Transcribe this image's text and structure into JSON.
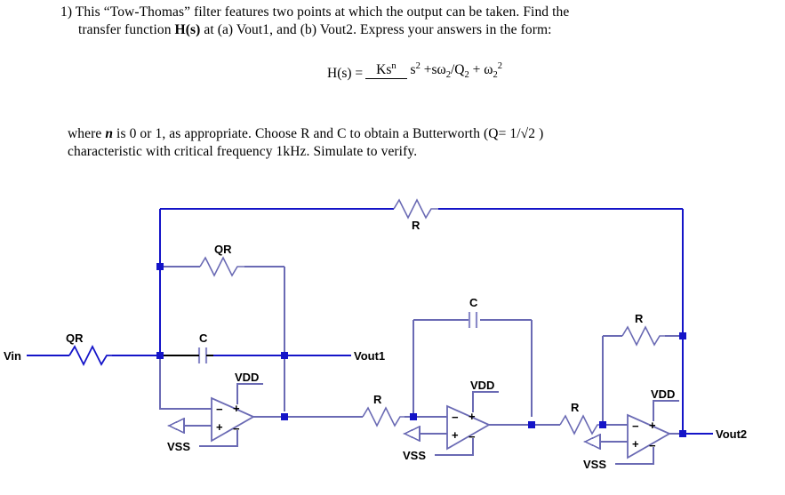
{
  "problem": {
    "number": "1)",
    "line1": "1) This “Tow-Thomas” filter features two points at which the output can be taken. Find the",
    "line2_a": "transfer function ",
    "line2_b": "H(s)",
    "line2_c": " at (a) Vout1, and (b) Vout2. Express your answers in the form:",
    "line4_a": "where ",
    "line4_b": "n",
    "line4_c": " is 0 or 1, as appropriate. Choose R and C to obtain a Butterworth (Q= 1/√2 )",
    "line5": "characteristic with critical frequency 1kHz. Simulate to verify."
  },
  "formula": {
    "lhs": "H(s) =",
    "numerator_base": "Ks",
    "numerator_exp": "n",
    "denominator": "s² +sω₂/Q₂ + ω₂²",
    "den_s": "s",
    "den_s_exp": "2",
    "den_mid": " +s",
    "den_w1": "ω",
    "den_w1_sub": "2",
    "den_slash": "/Q",
    "den_q_sub": "2",
    "den_plus": " + ",
    "den_w2": "ω",
    "den_w2_sub": "2",
    "den_w2_exp": "2"
  },
  "circuit": {
    "title": "Tow-Thomas biquad filter schematic",
    "wire_color": "#6a6ab4",
    "bus_color": "#1414c8",
    "node_color": "#1414c8",
    "cap_color": "#8a8ac8",
    "labels": {
      "vin": "Vin",
      "vout1": "Vout1",
      "vout2": "Vout2",
      "qr_input": "QR",
      "qr_feedback": "QR",
      "c_first": "C",
      "r_top": "R",
      "r_mid_in": "R",
      "c_second": "C",
      "r_third_in": "R",
      "r_third_fb": "R",
      "vdd_1": "VDD",
      "vdd_2": "VDD",
      "vdd_3": "VDD",
      "vss_1": "VSS",
      "vss_2": "VSS",
      "vss_3": "VSS",
      "opamp_inv": "−",
      "opamp_noninv": "+",
      "rail_pos": "+",
      "rail_neg": "−"
    }
  }
}
